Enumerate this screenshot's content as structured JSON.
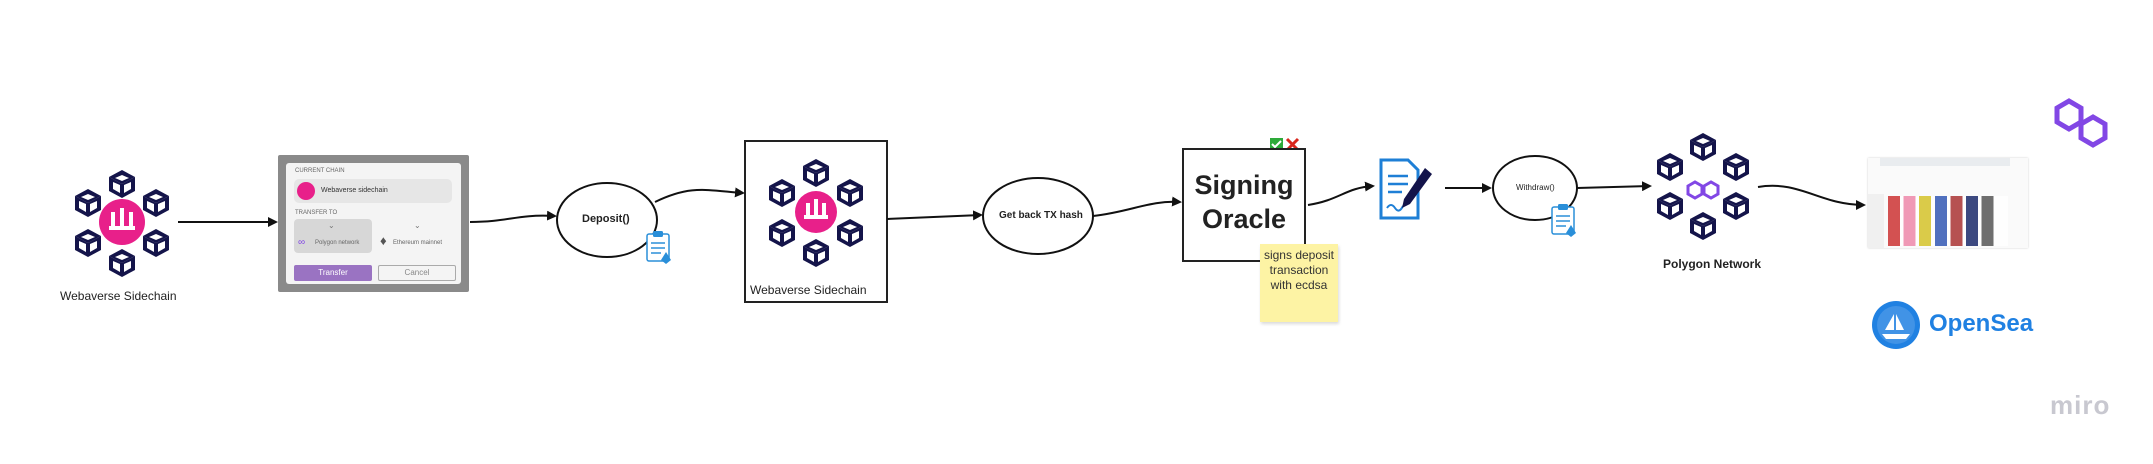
{
  "nodes": {
    "webaverse_left_label": "Webaverse Sidechain",
    "webaverse_mid_label": "Webaverse Sidechain",
    "deposit_label": "Deposit()",
    "get_tx_label": "Get back TX hash",
    "oracle_label": "Signing\nOracle",
    "sticky_note": "signs deposit transaction with ecdsa",
    "withdraw_label": "Withdraw()",
    "polygon_label": "Polygon Network",
    "opensea_label": "OpenSea"
  },
  "transfer_card": {
    "current_chain_label": "CURRENT CHAIN",
    "current_chain_value": "Webaverse sidechain",
    "transfer_to_label": "TRANSFER TO",
    "option_polygon": "Polygon network",
    "option_ethereum": "Ethereum mainnet",
    "transfer_button": "Transfer",
    "cancel_button": "Cancel"
  },
  "watermark": "miro",
  "colors": {
    "navy": "#14144a",
    "pink": "#e8208a",
    "purple": "#8247e5",
    "opensea_blue": "#2081e2",
    "sticky": "#fdf3a4"
  }
}
